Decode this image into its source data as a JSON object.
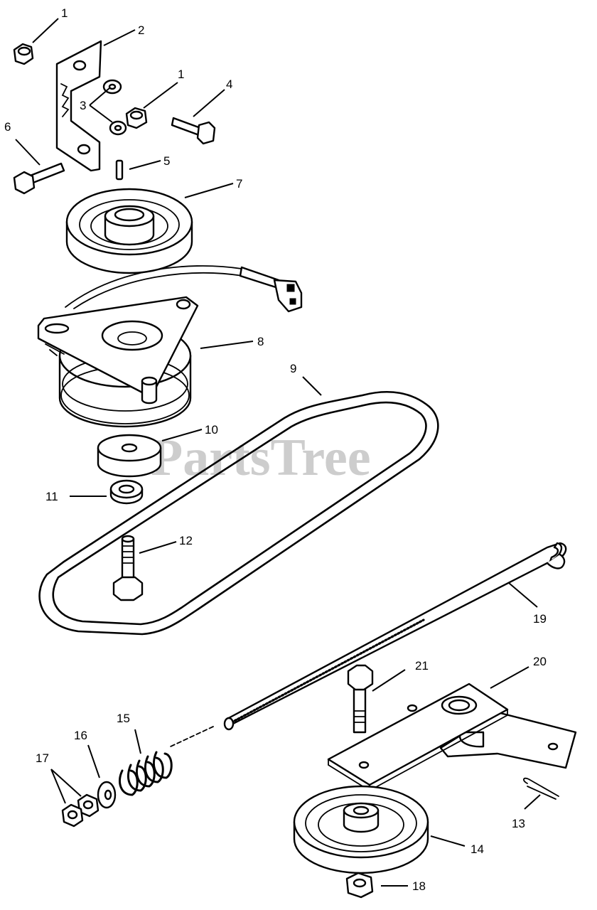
{
  "watermark": "PartsTree",
  "callouts": {
    "c1a": "1",
    "c2": "2",
    "c1b": "1",
    "c3": "3",
    "c4": "4",
    "c5": "5",
    "c6": "6",
    "c7": "7",
    "c8": "8",
    "c9": "9",
    "c10": "10",
    "c11": "11",
    "c12": "12",
    "c13": "13",
    "c14": "14",
    "c15": "15",
    "c16": "16",
    "c17": "17",
    "c18": "18",
    "c19": "19",
    "c20": "20",
    "c21": "21"
  }
}
